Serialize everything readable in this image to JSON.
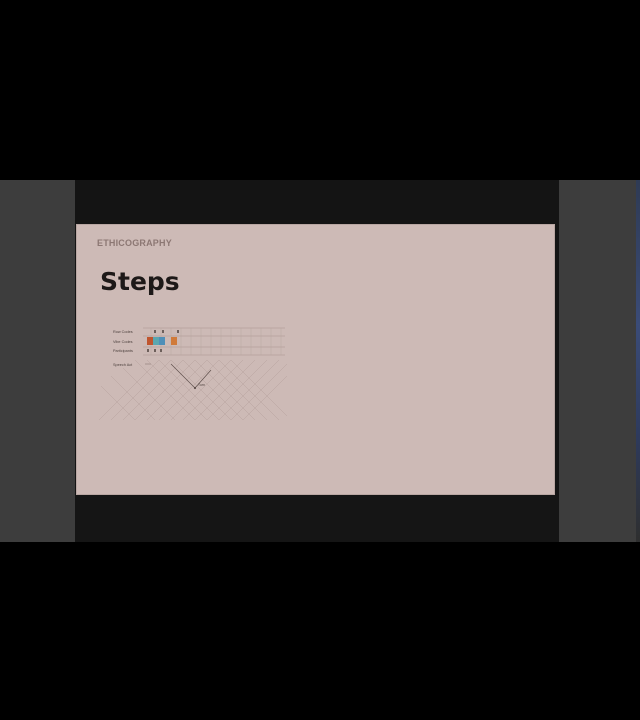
{
  "slide": {
    "kicker": "ETHICOGRAPHY",
    "title": "Steps"
  },
  "diagram": {
    "row_labels": [
      "Row Codes",
      "Vibe Codes",
      "Participants",
      "Speech Act"
    ],
    "point_label": "Turn",
    "colors": {
      "red": "#c0552e",
      "orange": "#d07a3a",
      "teal": "#5aa7b0",
      "blue": "#4f8fb8",
      "grid": "#a8948f"
    }
  }
}
